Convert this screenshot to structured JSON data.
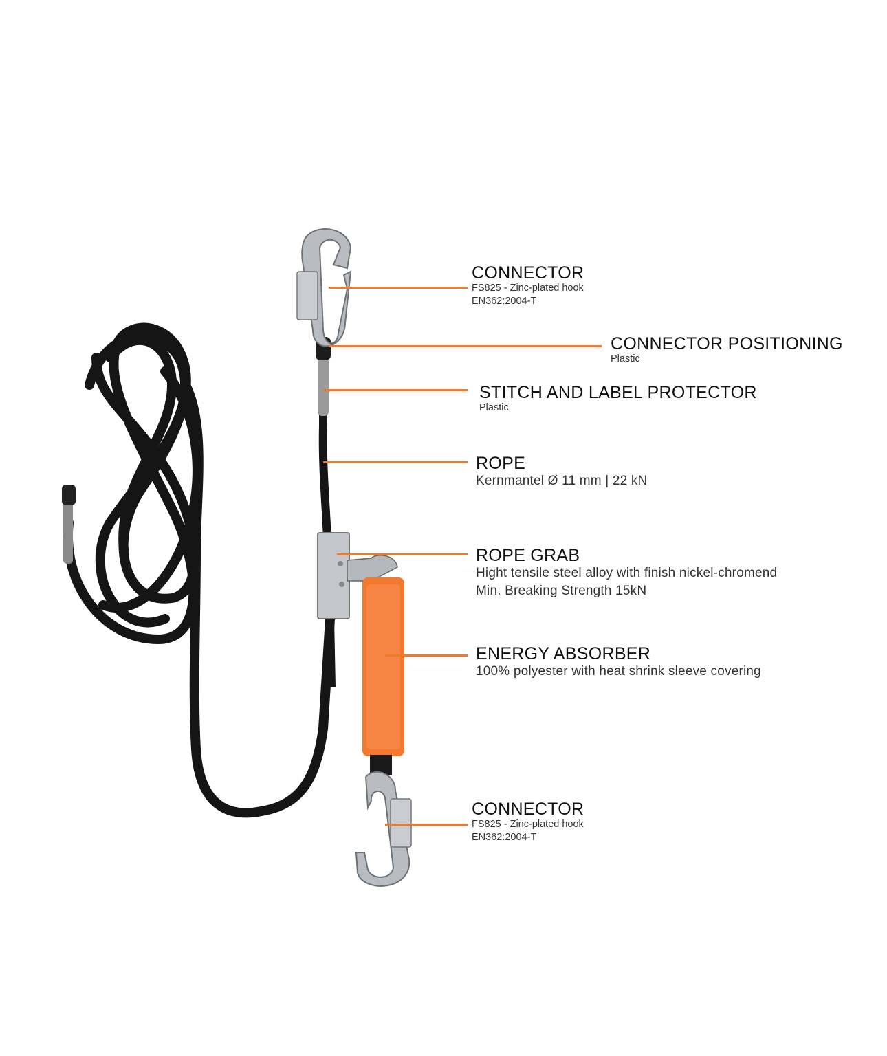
{
  "accent_color": "#f07a2a",
  "callouts": [
    {
      "title": "CONNECTOR",
      "lines": [
        "FS825 - Zinc-plated hook",
        "EN362:2004-T"
      ]
    },
    {
      "title": "CONNECTOR POSITIONING",
      "lines": [
        "Plastic"
      ]
    },
    {
      "title": "STITCH AND LABEL PROTECTOR",
      "lines": [
        "Plastic"
      ]
    },
    {
      "title": "ROPE",
      "lines": [
        "Kernmantel Ø 11 mm | 22 kN"
      ]
    },
    {
      "title": "ROPE GRAB",
      "lines": [
        "Hight tensile steel alloy with finish nickel-chromend",
        "Min. Breaking  Strength 15kN"
      ]
    },
    {
      "title": "ENERGY ABSORBER",
      "lines": [
        "100% polyester with heat shrink sleeve covering"
      ]
    },
    {
      "title": "CONNECTOR",
      "lines": [
        "FS825 - Zinc-plated hook",
        "EN362:2004-T"
      ]
    }
  ]
}
